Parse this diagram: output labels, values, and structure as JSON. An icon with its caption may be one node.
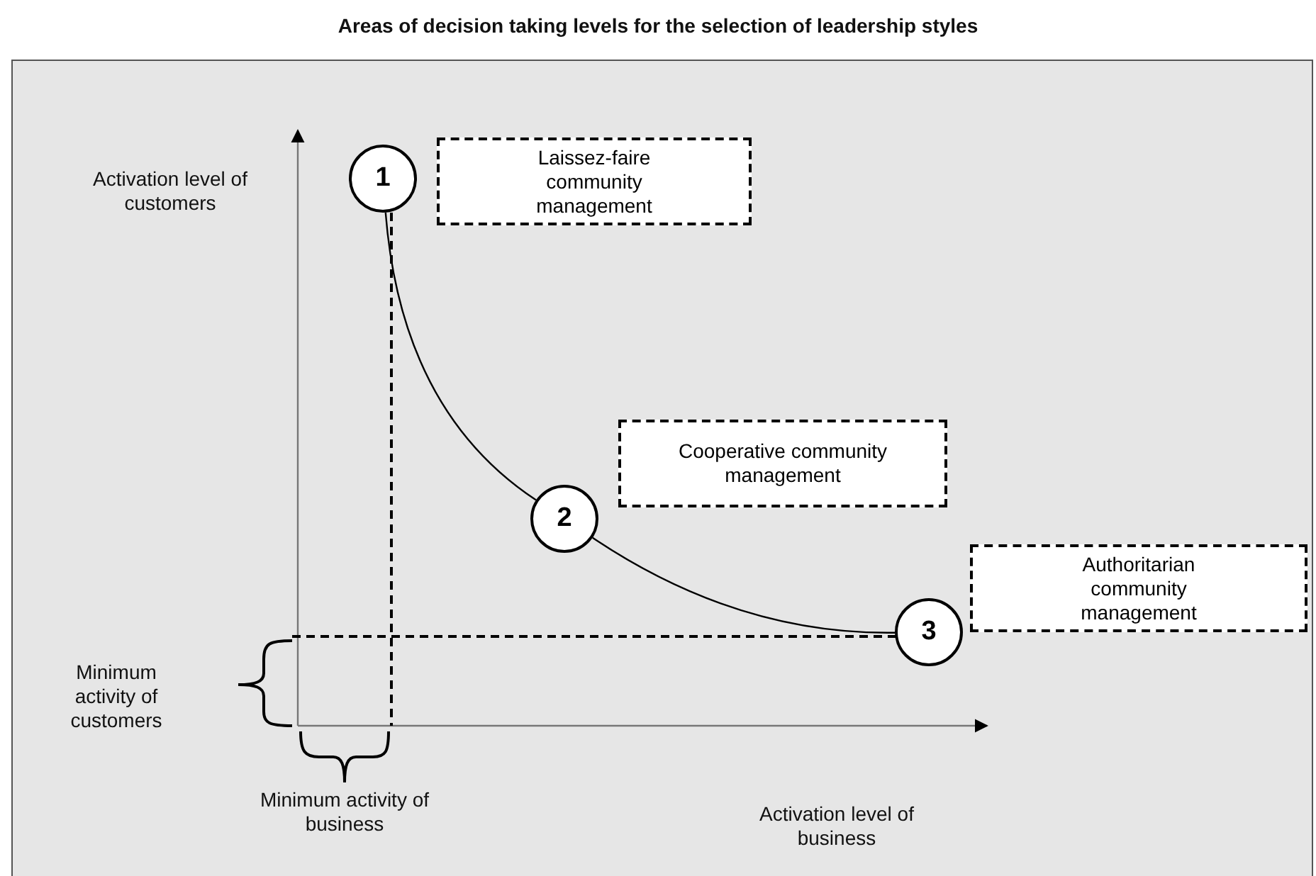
{
  "diagram": {
    "title": "Areas of decision taking levels for the selection of leadership styles",
    "nodes": [
      {
        "text": [
          "1"
        ]
      },
      {
        "text": [
          "Laissez-faire community management"
        ]
      },
      {
        "text": [
          "Cooperative community management"
        ]
      },
      {
        "text": [
          "2"
        ]
      },
      {
        "text": [
          "Authoritarian community management"
        ]
      },
      {
        "text": [
          "3"
        ]
      }
    ],
    "edges": [
      {
        "from": 0,
        "to": 3,
        "arrow": "none"
      },
      {
        "from": 3,
        "to": 5,
        "arrow": "none"
      }
    ],
    "labels": [
      "Activation level of customers",
      "Minimum activity of customers",
      "Minimum activity of business",
      "Activation level of business"
    ]
  }
}
